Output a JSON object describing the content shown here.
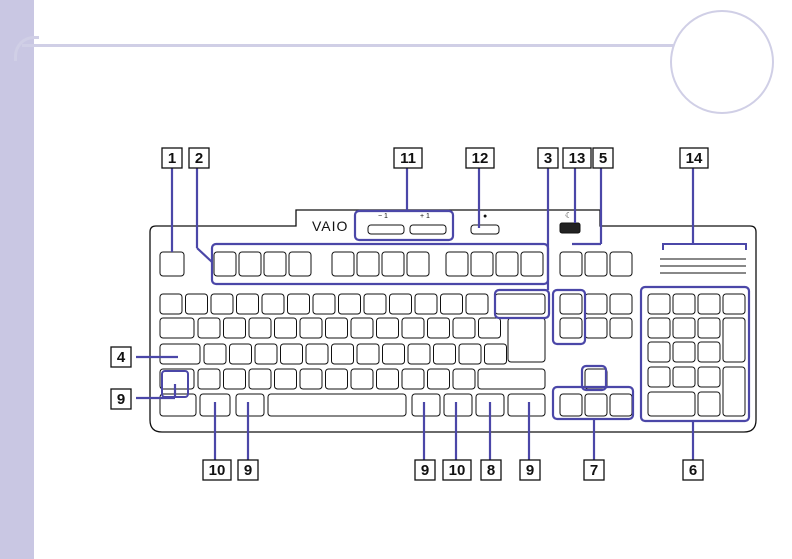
{
  "callouts": [
    {
      "id": "c1",
      "label": "1"
    },
    {
      "id": "c2",
      "label": "2"
    },
    {
      "id": "c11",
      "label": "11"
    },
    {
      "id": "c12",
      "label": "12"
    },
    {
      "id": "c3",
      "label": "3"
    },
    {
      "id": "c13",
      "label": "13"
    },
    {
      "id": "c5",
      "label": "5"
    },
    {
      "id": "c14",
      "label": "14"
    },
    {
      "id": "c4",
      "label": "4"
    },
    {
      "id": "c9a",
      "label": "9"
    },
    {
      "id": "c10a",
      "label": "10"
    },
    {
      "id": "c9b",
      "label": "9"
    },
    {
      "id": "c9c",
      "label": "9"
    },
    {
      "id": "c10b",
      "label": "10"
    },
    {
      "id": "c8",
      "label": "8"
    },
    {
      "id": "c9d",
      "label": "9"
    },
    {
      "id": "c7",
      "label": "7"
    },
    {
      "id": "c6",
      "label": "6"
    }
  ],
  "keyboard": {
    "logo": "VAIO",
    "accent_color": "#4b47a8",
    "line_color": "#111111",
    "side_color": "#c9c7e3"
  }
}
